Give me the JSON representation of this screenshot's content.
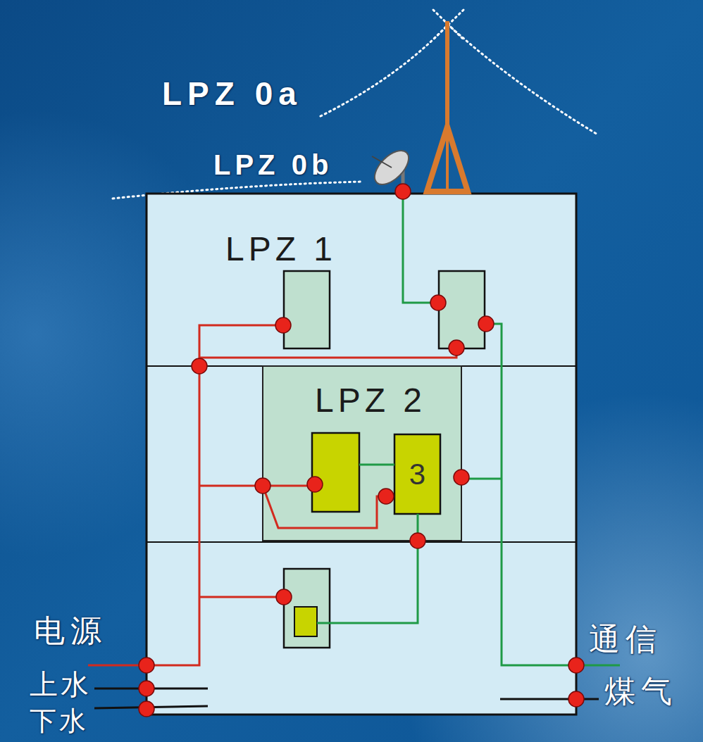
{
  "diagram": {
    "nodes": [
      {
        "text": [
          "LPZ 1"
        ]
      },
      {
        "text": [
          "LPZ 2"
        ],
        "in": 0
      },
      {
        "text": [
          "3"
        ],
        "in": 1
      }
    ],
    "labels": [
      "LPZ 0a",
      "LPZ 0b",
      "电源",
      "上水",
      "下水",
      "通信",
      "煤气"
    ]
  }
}
